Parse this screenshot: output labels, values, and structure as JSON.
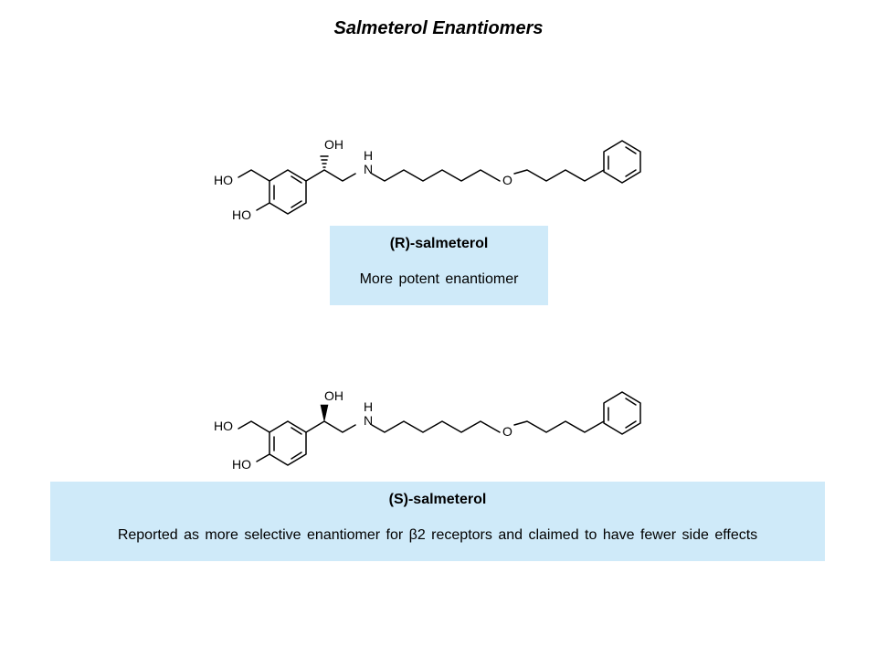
{
  "slide": {
    "title": "Salmeterol Enantiomers"
  },
  "molecule_r": {
    "labels": {
      "ho_top": "HO",
      "ho_bottom": "HO",
      "oh": "OH",
      "nh_h": "H",
      "nh_n": "N",
      "ether_o": "O"
    },
    "stereo": "hashed-wedge"
  },
  "molecule_s": {
    "labels": {
      "ho_top": "HO",
      "ho_bottom": "HO",
      "oh": "OH",
      "nh_h": "H",
      "nh_n": "N",
      "ether_o": "O"
    },
    "stereo": "solid-wedge"
  },
  "captions": {
    "r": {
      "name": "(R)-salmeterol",
      "description": "More potent enantiomer"
    },
    "s": {
      "name": "(S)-salmeterol",
      "description": "Reported as more selective enantiomer for β2 receptors and claimed to have fewer side effects"
    }
  },
  "colors": {
    "caption_background": "#cfeaf9"
  }
}
